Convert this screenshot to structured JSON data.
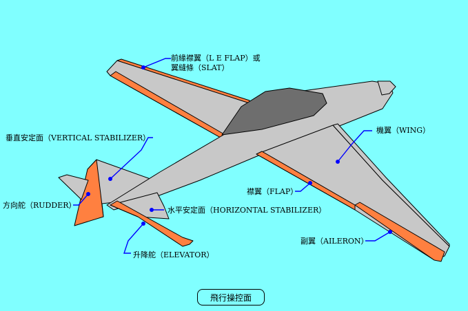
{
  "colors": {
    "background": "#80ffff",
    "body_gray": "#c8c8c8",
    "control_surface_orange": "#ff8040",
    "canopy": "#6e6e6e",
    "leader_line": "#0000ff"
  },
  "labels": {
    "le_flap_line1": "前緣襟翼（L E FLAP）或",
    "le_flap_line2": "翼縫條（SLAT）",
    "vertical_stabilizer": "垂直安定面（VERTICAL STABILIZER）",
    "wing": "機翼（WING）",
    "flap": "襟翼（FLAP）",
    "rudder": "方向舵（RUDDER）",
    "horizontal_stabilizer": "水平安定面（HORIZONTAL STABILIZER）",
    "aileron": "副翼（AILERON）",
    "elevator": "升降舵（ELEVATOR）"
  },
  "footer": {
    "button_label": "飛行操控面"
  }
}
